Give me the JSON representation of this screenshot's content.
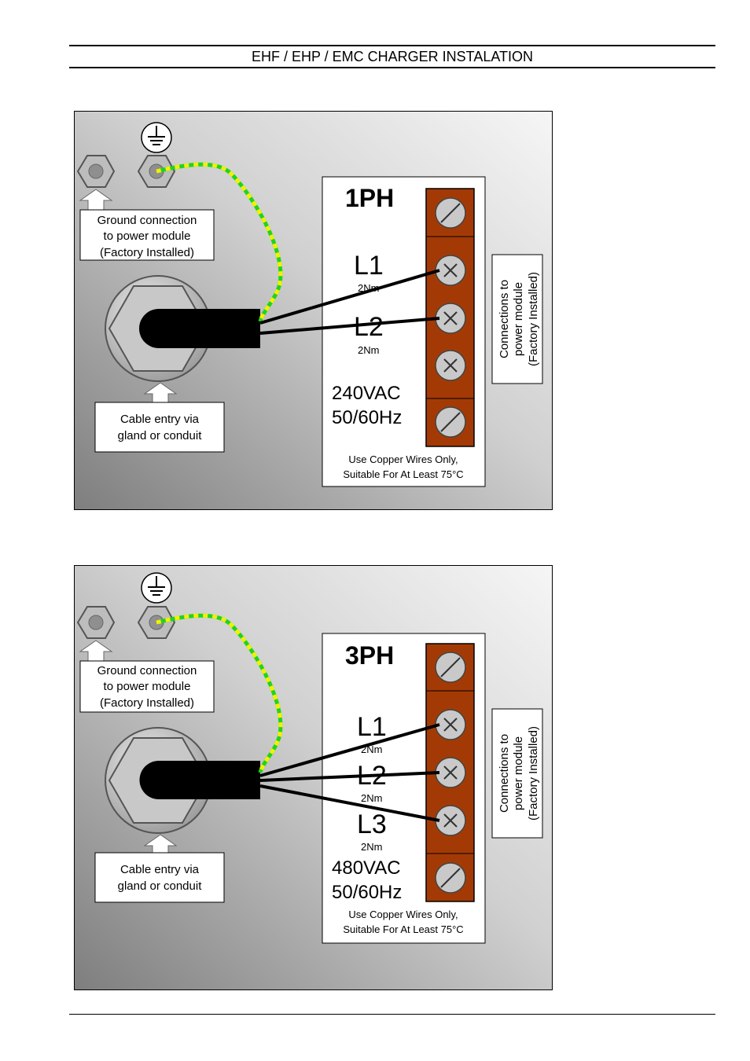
{
  "header": {
    "title": "EHF / EHP / EMC CHARGER INSTALATION"
  },
  "colors": {
    "terminal_block": "#a33a05",
    "ground_wire_green": "#1fd41f",
    "ground_wire_yellow": "#f4f000",
    "panel_dark": "#8a8a8a",
    "panel_light": "#f2f2f2"
  },
  "diagrams": [
    {
      "phase_label": "1PH",
      "lines": [
        {
          "label": "L1",
          "torque": "2Nm"
        },
        {
          "label": "L2",
          "torque": "2Nm"
        }
      ],
      "voltage": "240VAC",
      "frequency": "50/60Hz",
      "wire_note_line1": "Use Copper Wires Only,",
      "wire_note_line2": "Suitable For At Least 75°C",
      "ground_callout": [
        "Ground connection",
        "to power module",
        "(Factory Installed)"
      ],
      "cable_callout": [
        "Cable entry via",
        "gland or conduit"
      ],
      "module_callout": [
        "Connections to",
        "power module",
        "(Factory Installed)"
      ]
    },
    {
      "phase_label": "3PH",
      "lines": [
        {
          "label": "L1",
          "torque": "2Nm"
        },
        {
          "label": "L2",
          "torque": "2Nm"
        },
        {
          "label": "L3",
          "torque": "2Nm"
        }
      ],
      "voltage": "480VAC",
      "frequency": "50/60Hz",
      "wire_note_line1": "Use Copper Wires Only,",
      "wire_note_line2": "Suitable For At Least 75°C",
      "ground_callout": [
        "Ground connection",
        "to power module",
        "(Factory Installed)"
      ],
      "cable_callout": [
        "Cable entry via",
        "gland or conduit"
      ],
      "module_callout": [
        "Connections to",
        "power module",
        "(Factory Installed)"
      ]
    }
  ]
}
